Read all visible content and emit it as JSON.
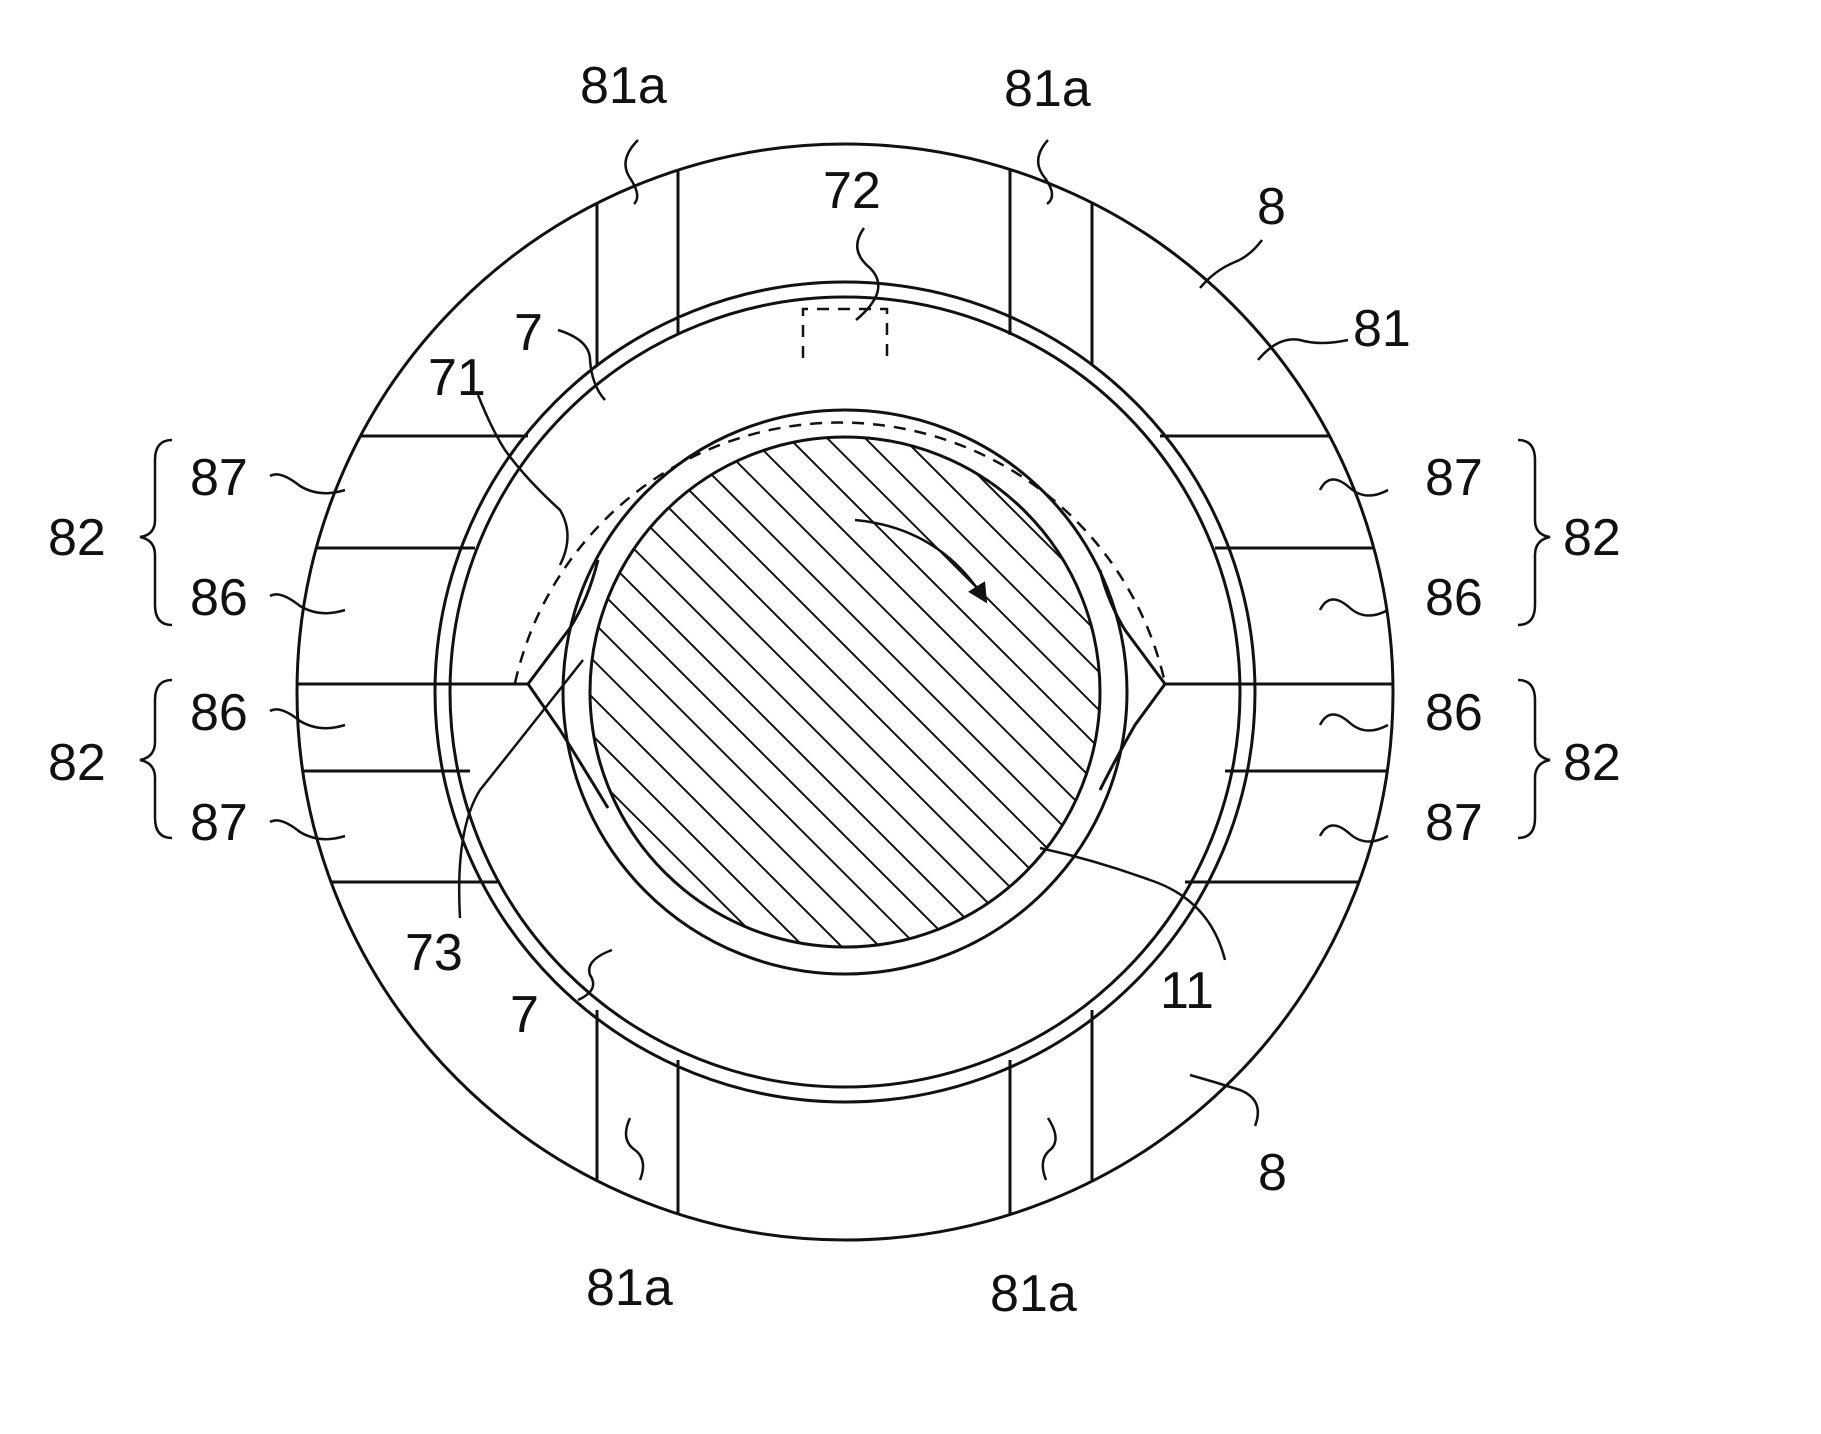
{
  "labels": {
    "l81a_tl": "81a",
    "l81a_tr": "81a",
    "l81a_bl": "81a",
    "l81a_br": "81a",
    "l8_top": "8",
    "l8_bot": "8",
    "l81": "81",
    "l72": "72",
    "l71": "71",
    "l7_top": "7",
    "l7_bot": "7",
    "l73": "73",
    "l11": "11",
    "l82_lt": "82",
    "l82_lb": "82",
    "l82_rt": "82",
    "l82_rb": "82",
    "l87_lt": "87",
    "l86_lt": "86",
    "l86_lb": "86",
    "l87_lb": "87",
    "l87_rt": "87",
    "l86_rt": "86",
    "l86_rb": "86",
    "l87_rb": "87"
  }
}
